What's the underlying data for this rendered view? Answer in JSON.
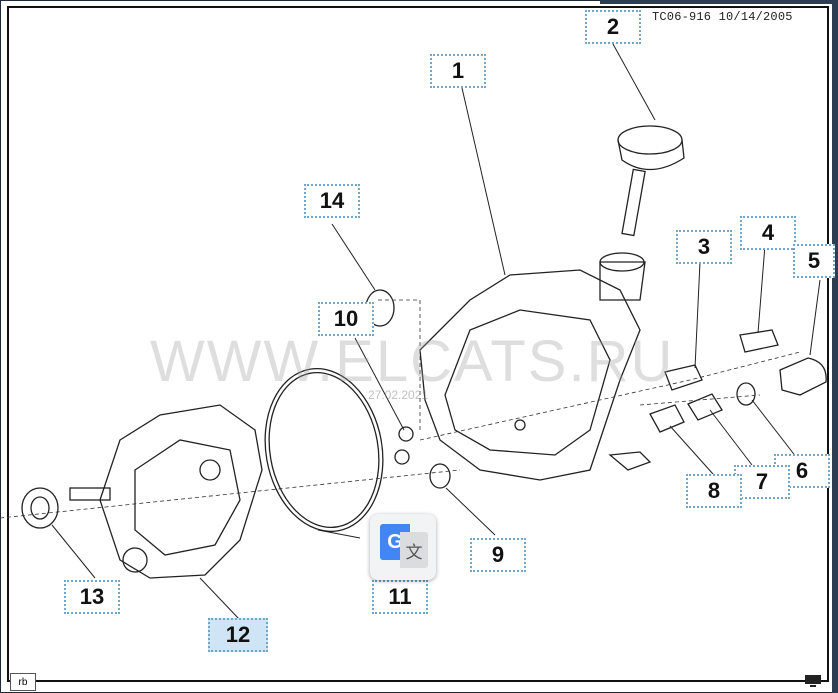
{
  "diagram": {
    "ref_code": "TC06-916 10/14/2005",
    "watermark": "WWW.ELCATS.RU",
    "watermark_date": "27.02.2021",
    "callouts": [
      {
        "id": "callout-1",
        "label": "1"
      },
      {
        "id": "callout-2",
        "label": "2"
      },
      {
        "id": "callout-3",
        "label": "3"
      },
      {
        "id": "callout-4",
        "label": "4"
      },
      {
        "id": "callout-5",
        "label": "5"
      },
      {
        "id": "callout-6",
        "label": "6"
      },
      {
        "id": "callout-7",
        "label": "7"
      },
      {
        "id": "callout-8",
        "label": "8"
      },
      {
        "id": "callout-9",
        "label": "9"
      },
      {
        "id": "callout-10",
        "label": "10"
      },
      {
        "id": "callout-11",
        "label": "11"
      },
      {
        "id": "callout-12",
        "label": "12"
      },
      {
        "id": "callout-13",
        "label": "13"
      },
      {
        "id": "callout-14",
        "label": "14"
      }
    ],
    "highlighted_callout": "12",
    "rb_badge": "rb"
  },
  "translate_widget": {
    "g_glyph": "G",
    "zh_glyph": "文"
  },
  "colors": {
    "callout_border": "#6fa7c8",
    "highlight_fill": "#cfe4f4",
    "frame": "#2d3e52"
  }
}
